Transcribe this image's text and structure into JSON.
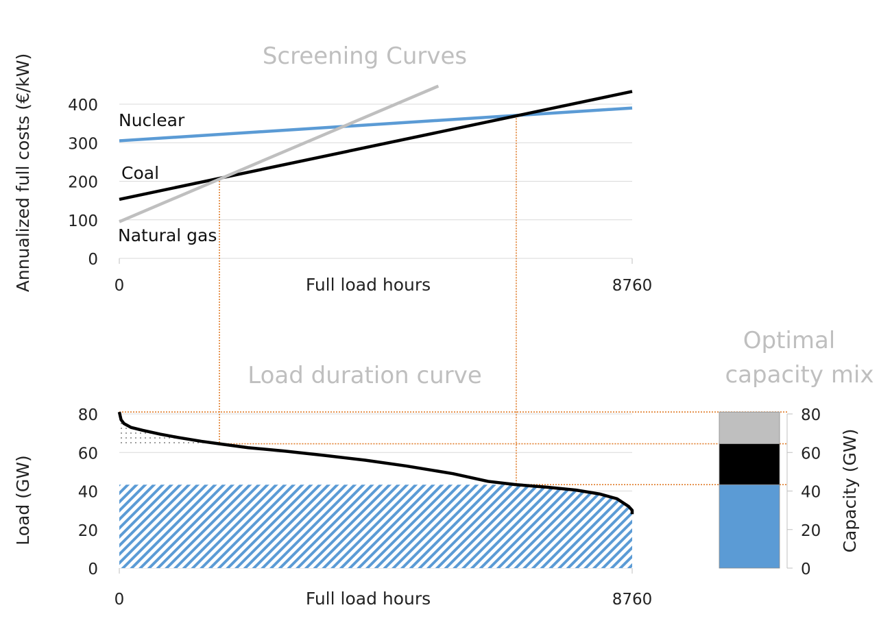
{
  "colors": {
    "nuclear": "#5b9bd5",
    "coal": "#000000",
    "gas": "#bfbfbf",
    "grid": "#d9d9d9",
    "guide": "#e07b28",
    "hatch": "#5b9bd5",
    "title": "#bfbfbf"
  },
  "chart_data": [
    {
      "type": "line",
      "title": "Screening Curves",
      "xlabel": "Full load hours",
      "ylabel": "Annualized full costs (€/kW)",
      "xticks": [
        "0",
        "8760"
      ],
      "yticks": [
        "0",
        "100",
        "200",
        "300",
        "400"
      ],
      "xlim": [
        0,
        8760
      ],
      "ylim": [
        0,
        400
      ],
      "series": [
        {
          "name": "Nuclear",
          "color_key": "nuclear",
          "x": [
            0,
            8760
          ],
          "y": [
            305,
            390
          ]
        },
        {
          "name": "Coal",
          "color_key": "coal",
          "x": [
            0,
            8760
          ],
          "y": [
            153,
            433
          ]
        },
        {
          "name": "Natural gas",
          "color_key": "gas",
          "x": [
            0,
            5450
          ],
          "y": [
            95,
            447
          ]
        }
      ],
      "intersections": [
        {
          "x": 1710,
          "y": 208
        },
        {
          "x": 6780,
          "y": 371
        }
      ]
    },
    {
      "type": "area",
      "title": "Load duration curve",
      "xlabel": "Full load hours",
      "ylabel": "Load (GW)",
      "xticks": [
        "0",
        "8760"
      ],
      "yticks": [
        "0",
        "20",
        "40",
        "60",
        "80"
      ],
      "xlim": [
        0,
        8760
      ],
      "ylim": [
        0,
        80
      ],
      "series": [
        {
          "name": "Load",
          "x": [
            0,
            30,
            80,
            200,
            400,
            700,
            1000,
            1400,
            1710,
            2200,
            2800,
            3500,
            4200,
            4900,
            5700,
            6300,
            6780,
            7300,
            7800,
            8200,
            8500,
            8700,
            8760,
            8760
          ],
          "y": [
            81,
            77,
            75,
            73,
            71.5,
            69.5,
            67.8,
            65.8,
            64.5,
            62.5,
            60.8,
            58.5,
            56,
            53,
            49,
            45,
            43.3,
            42,
            40.5,
            38.5,
            36,
            32,
            30,
            28
          ]
        }
      ],
      "bands": [
        {
          "name": "Nuclear base",
          "from": 0,
          "to": 43.3,
          "x_to": 8760,
          "pattern": "hatch"
        },
        {
          "name": "Gas peak",
          "from": 64.5,
          "to": 81,
          "x_to": 1710,
          "pattern": "dots"
        }
      ]
    },
    {
      "type": "bar",
      "title": "Optimal capacity mix",
      "ylabel": "Capacity (GW)",
      "yticks": [
        "0",
        "20",
        "40",
        "60",
        "80"
      ],
      "ylim": [
        0,
        80
      ],
      "stack": [
        {
          "name": "Nuclear",
          "color_key": "nuclear",
          "from": 0,
          "to": 43.3
        },
        {
          "name": "Coal",
          "color_key": "coal",
          "from": 43.3,
          "to": 64.5
        },
        {
          "name": "Natural gas",
          "color_key": "gas",
          "from": 64.5,
          "to": 81
        }
      ]
    }
  ],
  "labels": {
    "title1": "Screening Curves",
    "title2": "Load duration curve",
    "title3_line1": "Optimal",
    "title3_line2": "capacity mix",
    "xlabel1": "Full load hours",
    "xlabel2": "Full load hours",
    "ylabel1": "Annualized full costs (€/kW)",
    "ylabel2": "Load (GW)",
    "ylabel3": "Capacity (GW)",
    "nuclear": "Nuclear",
    "coal": "Coal",
    "gas": "Natural gas",
    "x0": "0",
    "x8760": "8760"
  }
}
